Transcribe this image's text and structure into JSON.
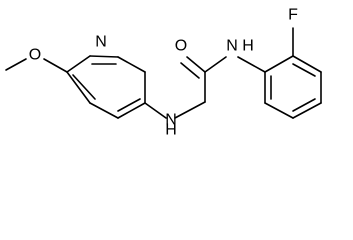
{
  "molecule": {
    "atoms": {
      "methoxy_oxygen": "O",
      "pyridine_nitrogen": "N",
      "amine_nh": "H",
      "amine_n": "N",
      "carbonyl_oxygen": "O",
      "amide_n": "N",
      "amide_h": "H",
      "fluorine": "F"
    }
  }
}
